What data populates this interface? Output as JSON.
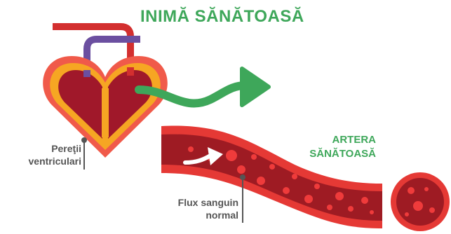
{
  "title": "INIMĂ SĂNĂTOASĂ",
  "artery_label": {
    "line1": "ARTERA",
    "line2": "SĂNĂTOASĂ"
  },
  "walls_label": {
    "line1": "Pereţii",
    "line2": "ventriculari"
  },
  "flow_label": {
    "line1": "Flux sanguin",
    "line2": "normal"
  },
  "colors": {
    "heart_outer": "#f05a4a",
    "heart_wall": "#f6a623",
    "heart_chamber": "#a0182a",
    "artery_red": "#d32f2f",
    "vein_purple": "#6b4fa0",
    "arrow_green": "#3ea75a",
    "vessel_wall": "#e53935",
    "vessel_lumen": "#9e1b23",
    "blood_cell": "#ef3b3b",
    "label_text": "#555555",
    "title_text": "#3ea75a"
  }
}
